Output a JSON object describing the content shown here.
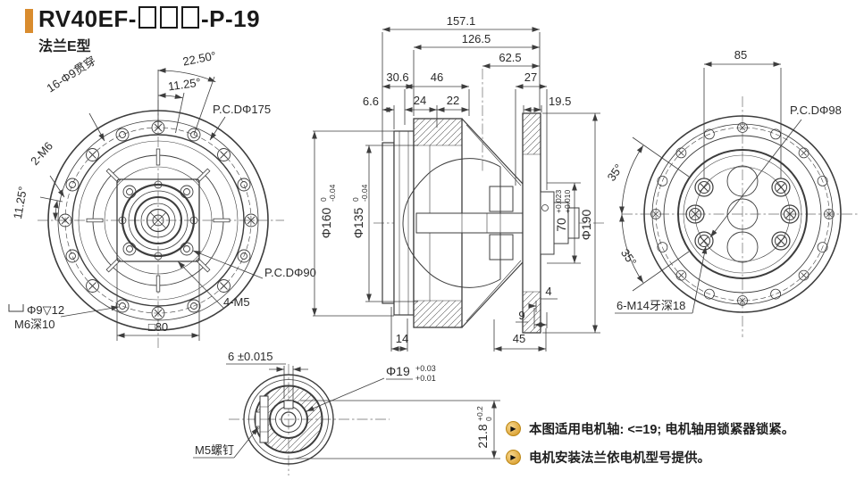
{
  "title": {
    "prefix": "RV40EF-",
    "suffix": "-P-19",
    "subtitle": "法兰E型"
  },
  "front": {
    "angle_22_50": "22.50°",
    "angle_11_25_top": "11.25°",
    "bolt_holes": "16-Φ9贯穿",
    "pcd_outer": "P.C.DΦ175",
    "holes_2m6": "2-M6",
    "angle_11_25_left": "11.25°",
    "counterbore": "Φ9▽12",
    "counterbore_thread": "M6深10",
    "square": "□80",
    "pcd_inner": "P.C.DΦ90",
    "holes_4m5": "4-M5"
  },
  "section": {
    "len_total": "157.1",
    "len_126_5": "126.5",
    "len_62_5": "62.5",
    "len_30_6": "30.6",
    "len_46": "46",
    "len_27": "27",
    "len_6_6": "6.6",
    "len_24": "24",
    "len_22": "22",
    "len_19_5": "19.5",
    "dia_160": "Φ160",
    "dia_160_tol_hi": "0",
    "dia_160_tol_lo": "-0.04",
    "dia_135": "Φ135",
    "dia_135_tol_hi": "0",
    "dia_135_tol_lo": "-0.04",
    "bore_70": "70",
    "bore_70_tol_hi": "+0.023",
    "bore_70_tol_lo": "+0.010",
    "dia_190": "Φ190",
    "len_4": "4",
    "len_9": "9",
    "len_45": "45",
    "len_14": "14"
  },
  "rear": {
    "len_85": "85",
    "pcd": "P.C.DΦ98",
    "angle_35_top": "35°",
    "angle_35_bottom": "35°",
    "holes": "6-M14牙深18"
  },
  "shaft": {
    "key_width": "6 ±0.015",
    "dia_19": "Φ19",
    "dia_19_tol_hi": "+0.03",
    "dia_19_tol_lo": "+0.01",
    "screw": "M5螺钉",
    "depth_21_8": "21.8",
    "depth_tol_hi": "+0.2",
    "depth_tol_lo": "0"
  },
  "notes": [
    {
      "text": "本图适用电机轴: <=19; 电机轴用锁紧器锁紧。"
    },
    {
      "text": "电机安装法兰依电机型号提供。"
    }
  ],
  "icons": {
    "note_bullet": "▶"
  },
  "colors": {
    "accent": "#D98C2E",
    "line": "#3d3d3d",
    "bullet": "#E2A33C"
  }
}
